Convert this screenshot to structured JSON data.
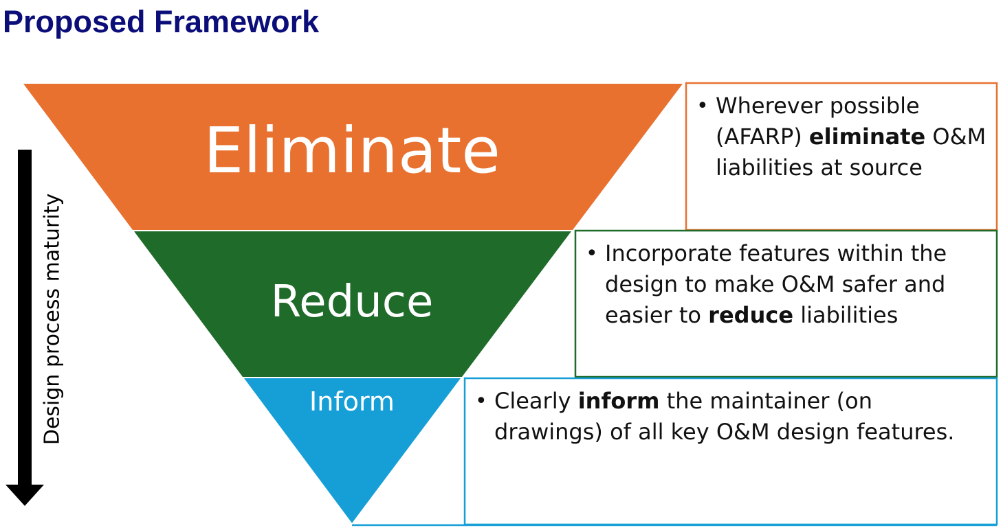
{
  "title": "Proposed Framework",
  "axis_label": "Design process maturity",
  "colors": {
    "title": "#0b0e78",
    "eliminate": "#e87130",
    "reduce": "#1e6b2a",
    "inform": "#169fd6",
    "arrow": "#000000"
  },
  "tiers": [
    {
      "label": "Eliminate",
      "description": {
        "before": "Wherever  possible (AFARP) ",
        "bold": "eliminate",
        "after": " O&M liabilities at source"
      }
    },
    {
      "label": "Reduce",
      "description": {
        "before": "Incorporate features within the design to make O&M safer and easier to ",
        "bold": "reduce",
        "after": " liabilities"
      }
    },
    {
      "label": "Inform",
      "description": {
        "before": "Clearly ",
        "bold": "inform",
        "after": " the maintainer (on drawings) of all key O&M design features."
      }
    }
  ]
}
